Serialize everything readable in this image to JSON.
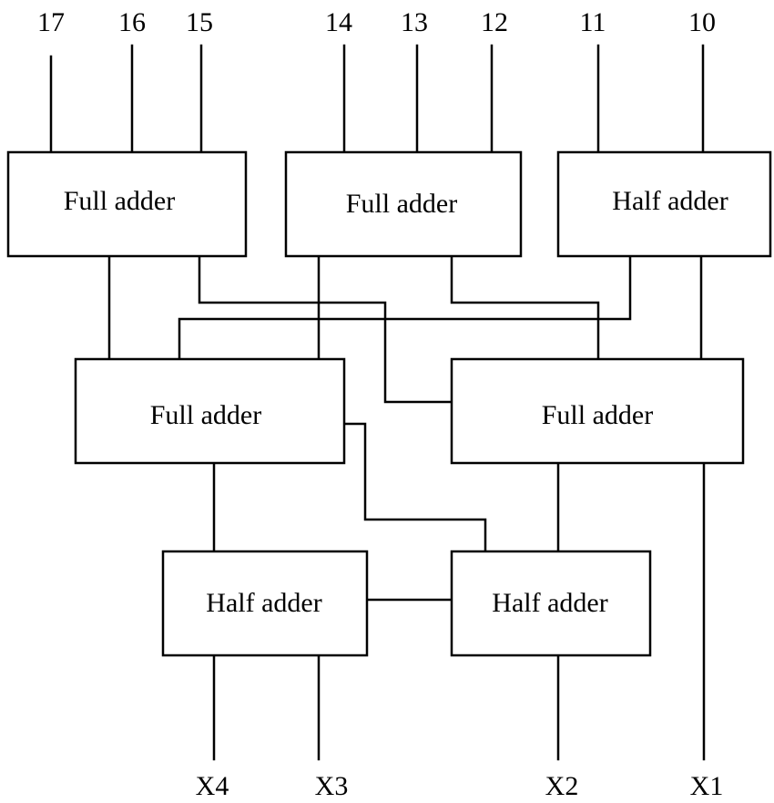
{
  "inputs": [
    "17",
    "16",
    "15",
    "14",
    "13",
    "12",
    "11",
    "10"
  ],
  "outputs": [
    "X4",
    "X3",
    "X2",
    "X1"
  ],
  "blocks": {
    "top_left": "Full adder",
    "top_middle": "Full adder",
    "top_right": "Half adder",
    "mid_left": "Full adder",
    "mid_right": "Full adder",
    "bottom_left": "Half adder",
    "bottom_right": "Half adder"
  },
  "colors": {
    "stroke": "#000000",
    "background": "#ffffff"
  }
}
